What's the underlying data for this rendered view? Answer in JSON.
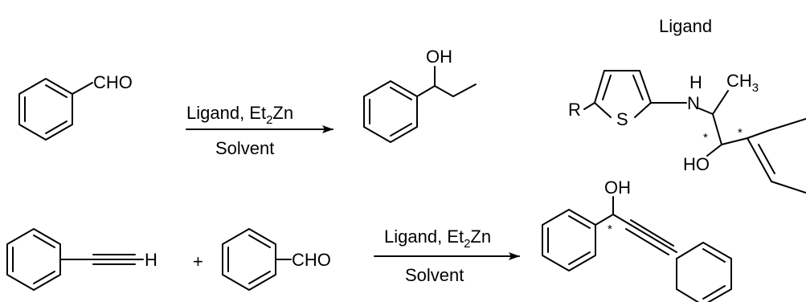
{
  "ligand_header": "Ligand",
  "reaction1": {
    "reactant_group": "CHO",
    "reagent_prefix": "Ligand, Et",
    "reagent_subscript": "2",
    "reagent_suffix": "Zn",
    "solvent": "Solvent",
    "product_group": "OH"
  },
  "ligand": {
    "r_group": "R",
    "ring_heteroatom": "S",
    "amine_h": "H",
    "amine_n": "N",
    "methyl_c": "CH",
    "methyl_subscript": "3",
    "hydroxyl": "HO",
    "stereo_mark_1": "*",
    "stereo_mark_2": "*"
  },
  "reaction2": {
    "alkyne_h": "H",
    "plus": "+",
    "aldehyde_group": "CHO",
    "reagent_prefix": "Ligand, Et",
    "reagent_subscript": "2",
    "reagent_suffix": "Zn",
    "solvent": "Solvent",
    "product_group": "OH",
    "stereo_mark": "*"
  }
}
